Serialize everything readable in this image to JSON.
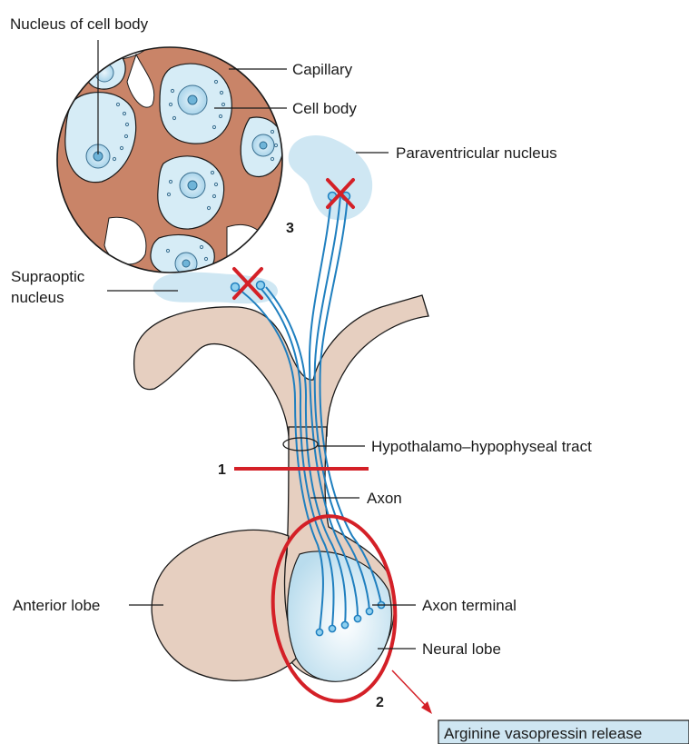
{
  "labels": {
    "nucleus_of_cell_body": "Nucleus of cell body",
    "capillary": "Capillary",
    "cell_body": "Cell body",
    "paraventricular_nucleus": "Paraventricular nucleus",
    "supraoptic_nucleus_line1": "Supraoptic",
    "supraoptic_nucleus_line2": "nucleus",
    "hypothalamo_hypophyseal_tract": "Hypothalamo–hypophyseal tract",
    "axon": "Axon",
    "anterior_lobe": "Anterior lobe",
    "axon_terminal": "Axon terminal",
    "neural_lobe": "Neural lobe"
  },
  "markers": {
    "one": "1",
    "two": "2",
    "three": "3"
  },
  "output_box": {
    "label": "Arginine vasopressin release"
  },
  "colors": {
    "tissue": "#e6cfc0",
    "tissue_stroke": "#1a1a1a",
    "nucleus_blue": "#cfe7f3",
    "axon_blue": "#1f7fbf",
    "capillary": "#c98468",
    "lesion_red": "#d42027",
    "output_box_fill": "#cfe6f2"
  }
}
